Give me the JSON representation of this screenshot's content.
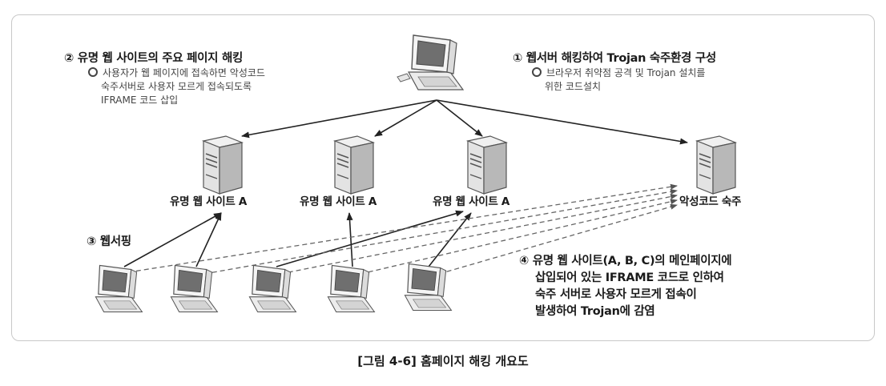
{
  "step1": {
    "title": "① 웹서버 해킹하여 Trojan 숙주환경 구성",
    "detail": [
      "브라우저 취약점 공격 및 Trojan 설치를",
      "위한 코드설치"
    ]
  },
  "step2": {
    "title": "② 유명 웹 사이트의 주요 페이지 해킹",
    "detail": [
      "사용자가 웹 페이지에 접속하면 악성코드",
      "숙주서버로 사용자 모르게 접속되도록",
      "IFRAME 코드 삽입"
    ]
  },
  "step3": {
    "title": "③ 웹서핑"
  },
  "step4": {
    "lines": [
      "④ 유명 웹 사이트(A, B, C)의 메인페이지에",
      "삽입되어 있는 IFRAME 코드로 인하여",
      "숙주 서버로 사용자 모르게 접속이",
      "발생하여 Trojan에 감염"
    ]
  },
  "servers": [
    {
      "label": "유명 웹 사이트 A"
    },
    {
      "label": "유명 웹 사이트 A"
    },
    {
      "label": "유명 웹 사이트 A"
    }
  ],
  "malware_server": {
    "label": "악성코드 숙주"
  },
  "caption": "[그림 4-6] 홈페이지 해킹 개요도"
}
